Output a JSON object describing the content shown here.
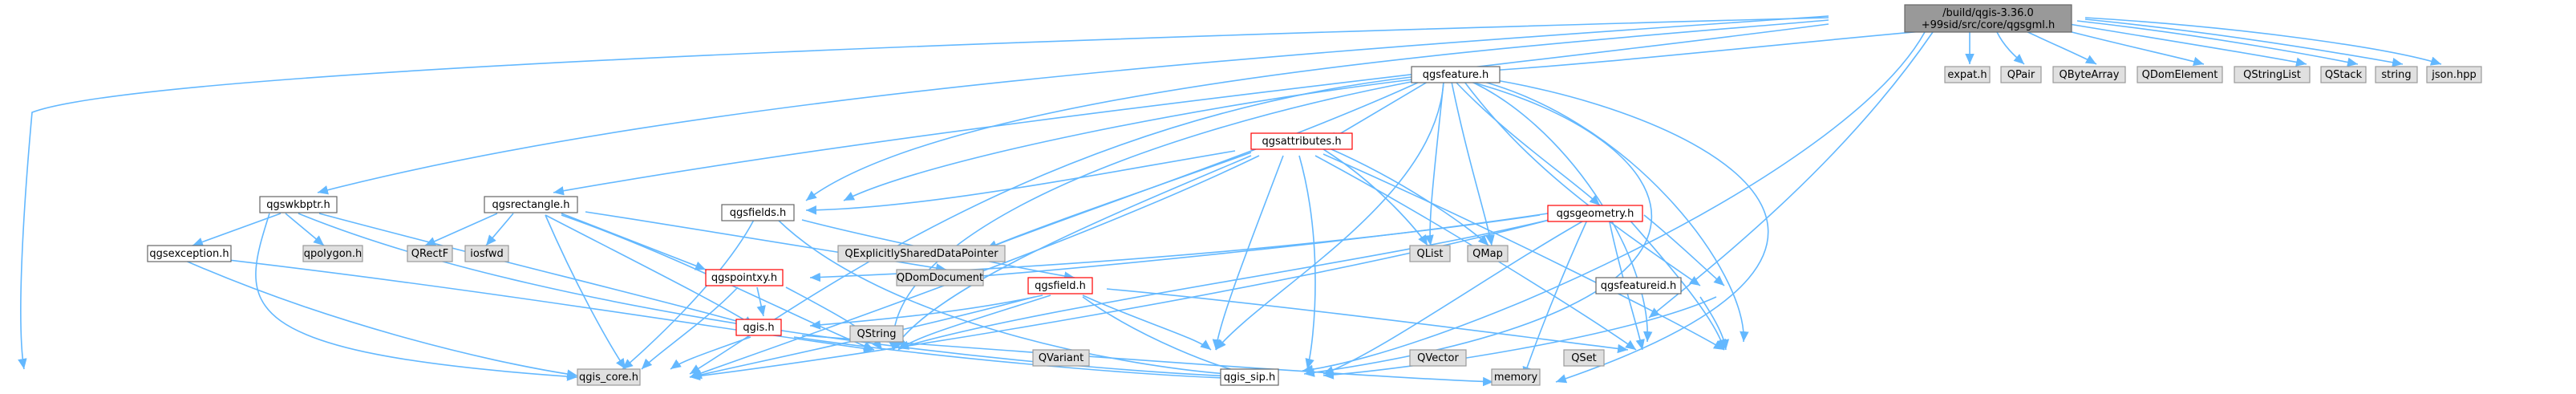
{
  "colors": {
    "edge": "#63b8ff",
    "node_fill": "#ffffff",
    "node_border": "#666666",
    "missing_fill": "#e0e0e0",
    "missing_border": "#999999",
    "truncated_border": "#ff0000",
    "root_fill": "#999999"
  },
  "root": {
    "line1": "/build/qgis-3.36.0",
    "line2": "+99sid/src/core/qgsgml.h"
  },
  "nodes": {
    "qgsfeature": "qgsfeature.h",
    "expat": "expat.h",
    "qpair": "QPair",
    "qbytearray": "QByteArray",
    "qdomelement": "QDomElement",
    "qstringlist": "QStringList",
    "qstack": "QStack",
    "string": "string",
    "jsonhpp": "json.hpp",
    "qgsattributes": "qgsattributes.h",
    "qgswkbptr": "qgswkbptr.h",
    "qgsrectangle": "qgsrectangle.h",
    "qgsfields": "qgsfields.h",
    "qexplicitly": "QExplicitlySharedDataPointer",
    "qlist": "QList",
    "qmap": "QMap",
    "qgsgeometry": "qgsgeometry.h",
    "qgsexception": "qgsexception.h",
    "qpolygon": "qpolygon.h",
    "qrectf": "QRectF",
    "iosfwd": "iosfwd",
    "qgspointxy": "qgspointxy.h",
    "qdomdocument": "QDomDocument",
    "qgsfield": "qgsfield.h",
    "qgsfeatureid": "qgsfeatureid.h",
    "qgis": "qgis.h",
    "qstring": "QString",
    "qvariant": "QVariant",
    "qvector": "QVector",
    "qset": "QSet",
    "qgis_core": "qgis_core.h",
    "qgis_sip": "qgis_sip.h",
    "memory": "memory"
  }
}
